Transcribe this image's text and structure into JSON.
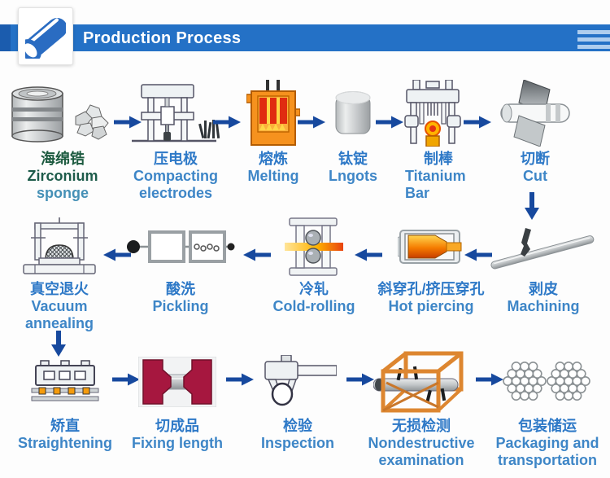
{
  "header": {
    "title": "Production Process",
    "logo_icon": "pipe-icon",
    "menu_icon": "hamburger-menu-icon"
  },
  "colors": {
    "header_bar": "#2471c6",
    "header_edge": "#1b5cae",
    "arrow": "#17499e",
    "label_zh": "#2e79c7",
    "label_en": "#3e86c7",
    "first_step_text": "#1d5b40",
    "first_step_subtext": "#4590b6",
    "hamburger_bars": "#aecdee",
    "furnace_orange": "#f6921e",
    "hot_metal_red": "#e8420e",
    "fixing_block_red": "#a6173f",
    "ndt_frame_orange": "#dd8630"
  },
  "steps": {
    "row1": [
      {
        "zh": "海绵锆",
        "en1": "Zirconium",
        "en2": "sponge",
        "icon": "zirconium-sponge-drum-icon"
      },
      {
        "zh": "压电极",
        "en": "Compacting\nelectrodes",
        "icon": "compacting-press-icon"
      },
      {
        "zh": "熔炼",
        "en": "Melting",
        "icon": "melting-furnace-icon"
      },
      {
        "zh": "钛锭",
        "en": "Lngots",
        "icon": "ingot-cylinder-icon"
      },
      {
        "zh": "制棒",
        "en": "Titanium\nBar",
        "icon": "bar-press-icon"
      },
      {
        "zh": "切断",
        "en": "Cut",
        "icon": "cutting-blade-icon"
      }
    ],
    "row2": [
      {
        "zh": "真空退火",
        "en": "Vacuum\nannealing",
        "icon": "vacuum-annealing-furnace-icon"
      },
      {
        "zh": "酸洗",
        "en": "Pickling",
        "icon": "pickling-tanks-icon"
      },
      {
        "zh": "冷轧",
        "en": "Cold-rolling",
        "icon": "cold-rolling-mill-icon"
      },
      {
        "zh": "斜穿孔/挤压穿孔",
        "en": "Hot piercing",
        "icon": "hot-piercing-icon"
      },
      {
        "zh": "剥皮",
        "en": "Machining",
        "icon": "machining-peeling-icon"
      }
    ],
    "row3": [
      {
        "zh": "矫直",
        "en": "Straightening",
        "icon": "straightening-machine-icon"
      },
      {
        "zh": "切成品",
        "en": "Fixing length",
        "icon": "fixing-length-icon"
      },
      {
        "zh": "检验",
        "en": "Inspection",
        "icon": "caliper-icon"
      },
      {
        "zh": "无损检测",
        "en": "Nondestructive\nexamination",
        "icon": "ndt-frame-icon"
      },
      {
        "zh": "包装储运",
        "en": "Packaging and\ntransportation",
        "icon": "tube-bundles-icon"
      }
    ]
  }
}
